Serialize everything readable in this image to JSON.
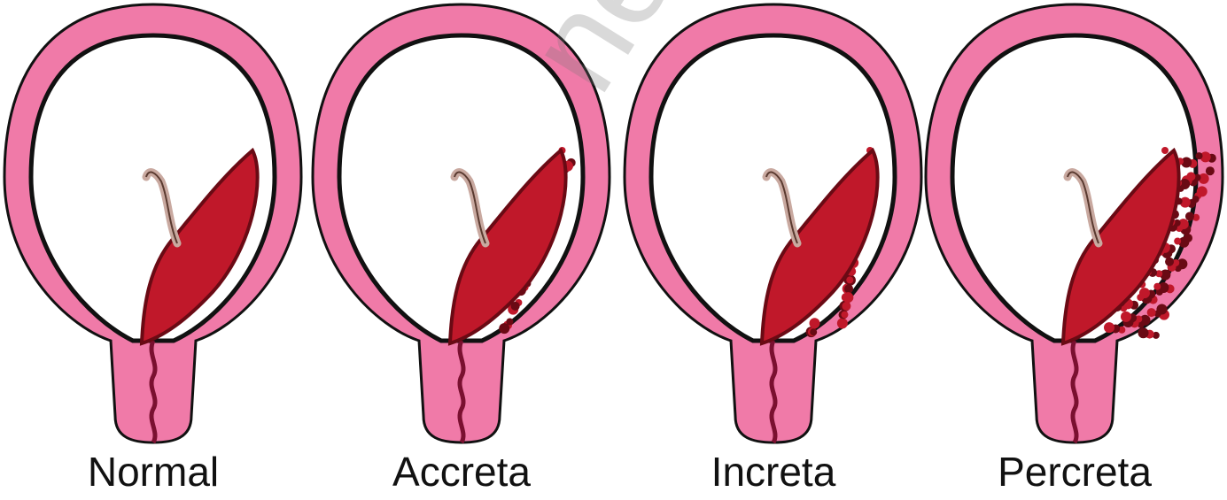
{
  "panels": [
    {
      "label": "Normal",
      "invasion": 0
    },
    {
      "label": "Accreta",
      "invasion": 1
    },
    {
      "label": "Increta",
      "invasion": 2
    },
    {
      "label": "Percreta",
      "invasion": 3
    }
  ],
  "watermark": "nevyplnujte.",
  "colors": {
    "uterus_wall": "#f07aa8",
    "uterus_outline": "#111111",
    "placenta": "#c0182a",
    "placenta_dark": "#6a0a14",
    "cavity": "#ffffff"
  }
}
